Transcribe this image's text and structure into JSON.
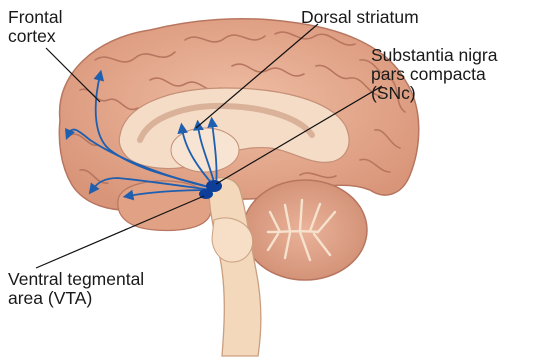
{
  "labels": {
    "frontal_cortex": "Frontal\ncortex",
    "dorsal_striatum": "Dorsal striatum",
    "substantia_nigra": "Substantia nigra\npars compacta\n(SNc)",
    "vta": "Ventral tegmental\narea (VTA)"
  },
  "colors": {
    "cortex": "#e8ab8f",
    "cortex_dark": "#c9836a",
    "white_matter": "#f3dcc6",
    "brainstem": "#f2d7b9",
    "cerebellum": "#e4a68a",
    "pathway": "#1e5fb0",
    "nucleus": "#0d3f9a",
    "leader_line": "#111111"
  }
}
